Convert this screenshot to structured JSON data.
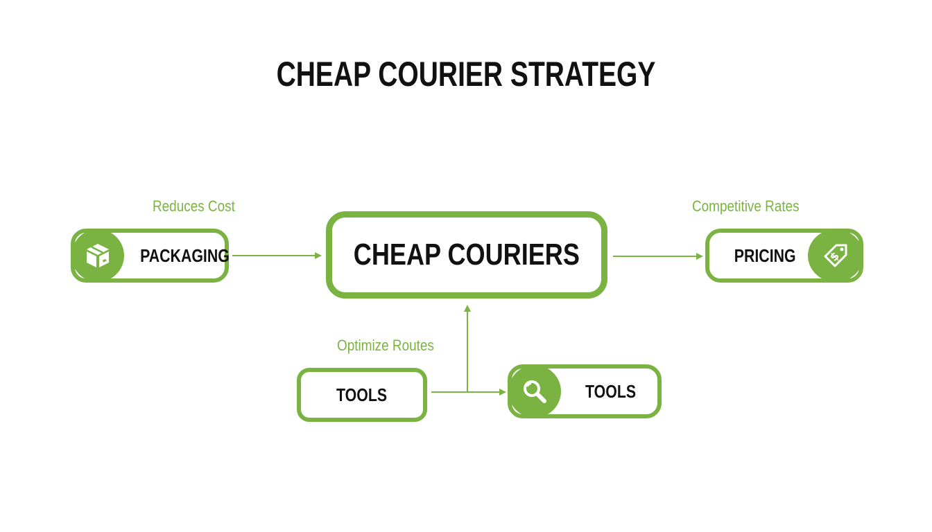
{
  "title": "CHEAP COURIER STRATEGY",
  "colors": {
    "accent": "#7ab342",
    "text": "#111111",
    "background": "#ffffff"
  },
  "nodes": {
    "center": {
      "label": "CHEAP COURIERS"
    },
    "packaging": {
      "label": "PACKAGING",
      "icon": "box-icon"
    },
    "pricing": {
      "label": "PRICING",
      "icon": "price-tag-icon"
    },
    "tools_left": {
      "label": "TOOLS"
    },
    "tools_right": {
      "label": "TOOLS",
      "icon": "magnifier-icon"
    }
  },
  "captions": {
    "packaging": "Reduces Cost",
    "pricing": "Competitive Rates",
    "tools": "Optimize Routes"
  }
}
